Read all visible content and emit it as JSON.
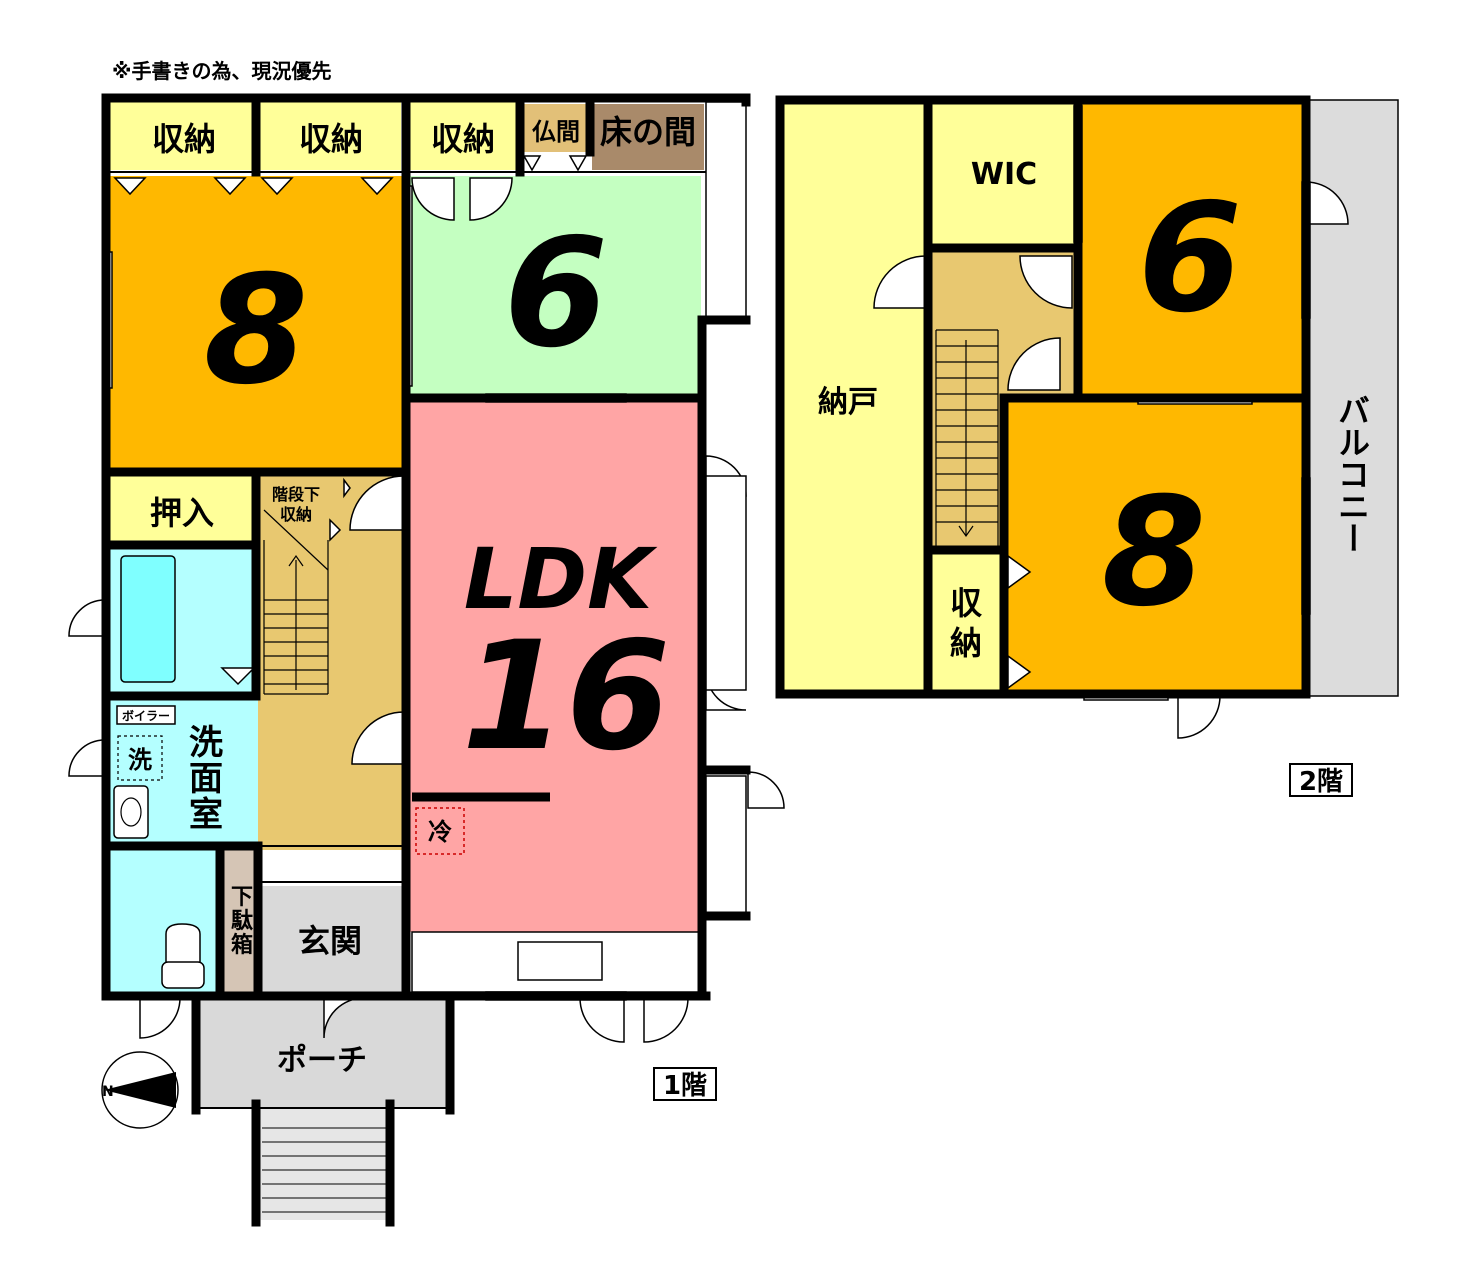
{
  "note": "※手書きの為、現況優先",
  "colors": {
    "tatami_orange": "#FFB800",
    "storage_yellow": "#FFFF99",
    "washitsu_green": "#C4FFC1",
    "ldk_pink": "#FFA5A5",
    "hall_tan": "#E8C870",
    "wet_cyan": "#B4FFFF",
    "butsuma_tan": "#E2C078",
    "tokonoma_brown": "#A98A6A",
    "genkan_gray": "#D9D9D9",
    "balcony_gray": "#DCDCDC"
  },
  "floor1": {
    "label": "1階",
    "rooms": {
      "closet_a": "収納",
      "closet_b": "収納",
      "closet_c": "収納",
      "butsuma": "仏間",
      "tokonoma": "床の間",
      "room8": "8",
      "room6": "6",
      "oshiire": "押入",
      "stair_storage_line1": "階段下",
      "stair_storage_line2": "収納",
      "ldk_label": "LDK",
      "ldk_size": "16",
      "boiler": "ボイラー",
      "washer": "洗",
      "washroom_line1": "洗",
      "washroom_line2": "面",
      "washroom_line3": "室",
      "fridge": "冷",
      "shoe_line1": "下",
      "shoe_line2": "駄",
      "shoe_line3": "箱",
      "genkan": "玄関",
      "porch": "ポーチ"
    },
    "compass": "N"
  },
  "floor2": {
    "label": "2階",
    "rooms": {
      "nando": "納戸",
      "wic": "WIC",
      "room6": "6",
      "room8": "8",
      "closet_line1": "収",
      "closet_line2": "納",
      "balcony": "バルコニー"
    }
  }
}
